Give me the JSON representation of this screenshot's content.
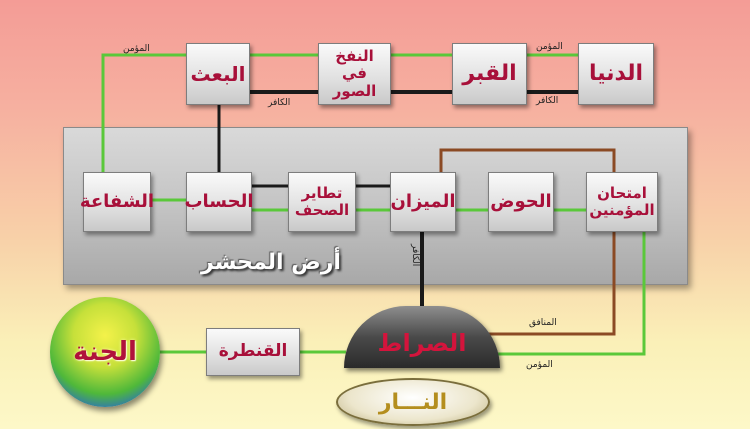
{
  "boxes": {
    "dunya": "الدنيا",
    "qabr": "القبر",
    "nafkh": "النفخ\nفي الصور",
    "baath": "البعث",
    "imtihan": "امتحان\nالمؤمنين",
    "hawd": "الحوض",
    "mizan": "الميزان",
    "tatayur": "تطاير\nالصحف",
    "hisab": "الحساب",
    "shafaa": "الشفاعة",
    "qantara": "القنطرة"
  },
  "arena_label": "أرض المحشر",
  "jannah": "الجنة",
  "sirat": "الصراط",
  "nar": "النـــار",
  "labels": {
    "mumin_top_right": "المؤمن",
    "kafir_top_right": "الكافر",
    "kafir_top_mid": "الكافر",
    "mumin_top_left": "المؤمن",
    "kafir_mizan": "الكافر",
    "munafiq": "المنافق",
    "mumin_bottom": "المؤمن"
  },
  "colors": {
    "believer_path": "#5ac83a",
    "disbeliever_path": "#1a1a1a",
    "hypocrite_path": "#8b4a24",
    "box_text": "#a8103a"
  }
}
